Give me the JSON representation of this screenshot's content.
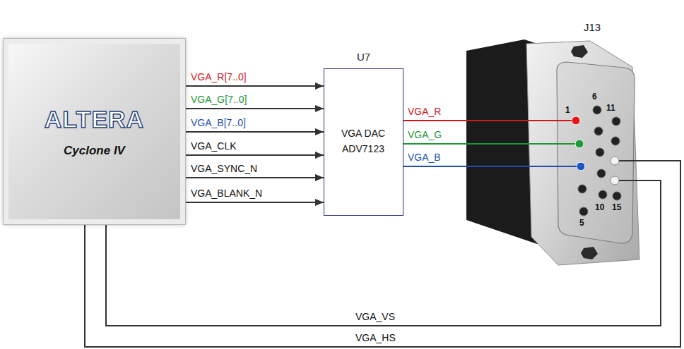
{
  "diagram": {
    "nodes": [
      {
        "text": [
          "ALTERA",
          "Cyclone IV"
        ]
      },
      {
        "text": [
          "U7",
          "VGA DAC ADV7123"
        ]
      },
      {
        "text": [
          "J13",
          "1",
          "6",
          "11",
          "10",
          "15",
          "5"
        ]
      }
    ],
    "edges": [
      {
        "from": 0,
        "to": 1,
        "arrow": "to",
        "label": "VGA_R[7..0]"
      },
      {
        "from": 0,
        "to": 1,
        "arrow": "to",
        "label": "VGA_G[7..0]"
      },
      {
        "from": 0,
        "to": 1,
        "arrow": "to",
        "label": "VGA_B[7..0]"
      },
      {
        "from": 0,
        "to": 1,
        "arrow": "to",
        "label": "VGA_CLK"
      },
      {
        "from": 0,
        "to": 1,
        "arrow": "to",
        "label": "VGA_SYNC_N"
      },
      {
        "from": 0,
        "to": 1,
        "arrow": "to",
        "label": "VGA_BLANK_N"
      },
      {
        "from": 1,
        "to": 2,
        "arrow": "none",
        "label": "VGA_R"
      },
      {
        "from": 1,
        "to": 2,
        "arrow": "none",
        "label": "VGA_G"
      },
      {
        "from": 1,
        "to": 2,
        "arrow": "none",
        "label": "VGA_B"
      },
      {
        "from": 0,
        "to": 2,
        "arrow": "none",
        "label": "VGA_VS"
      },
      {
        "from": 0,
        "to": 2,
        "arrow": "none",
        "label": "VGA_HS"
      }
    ]
  }
}
